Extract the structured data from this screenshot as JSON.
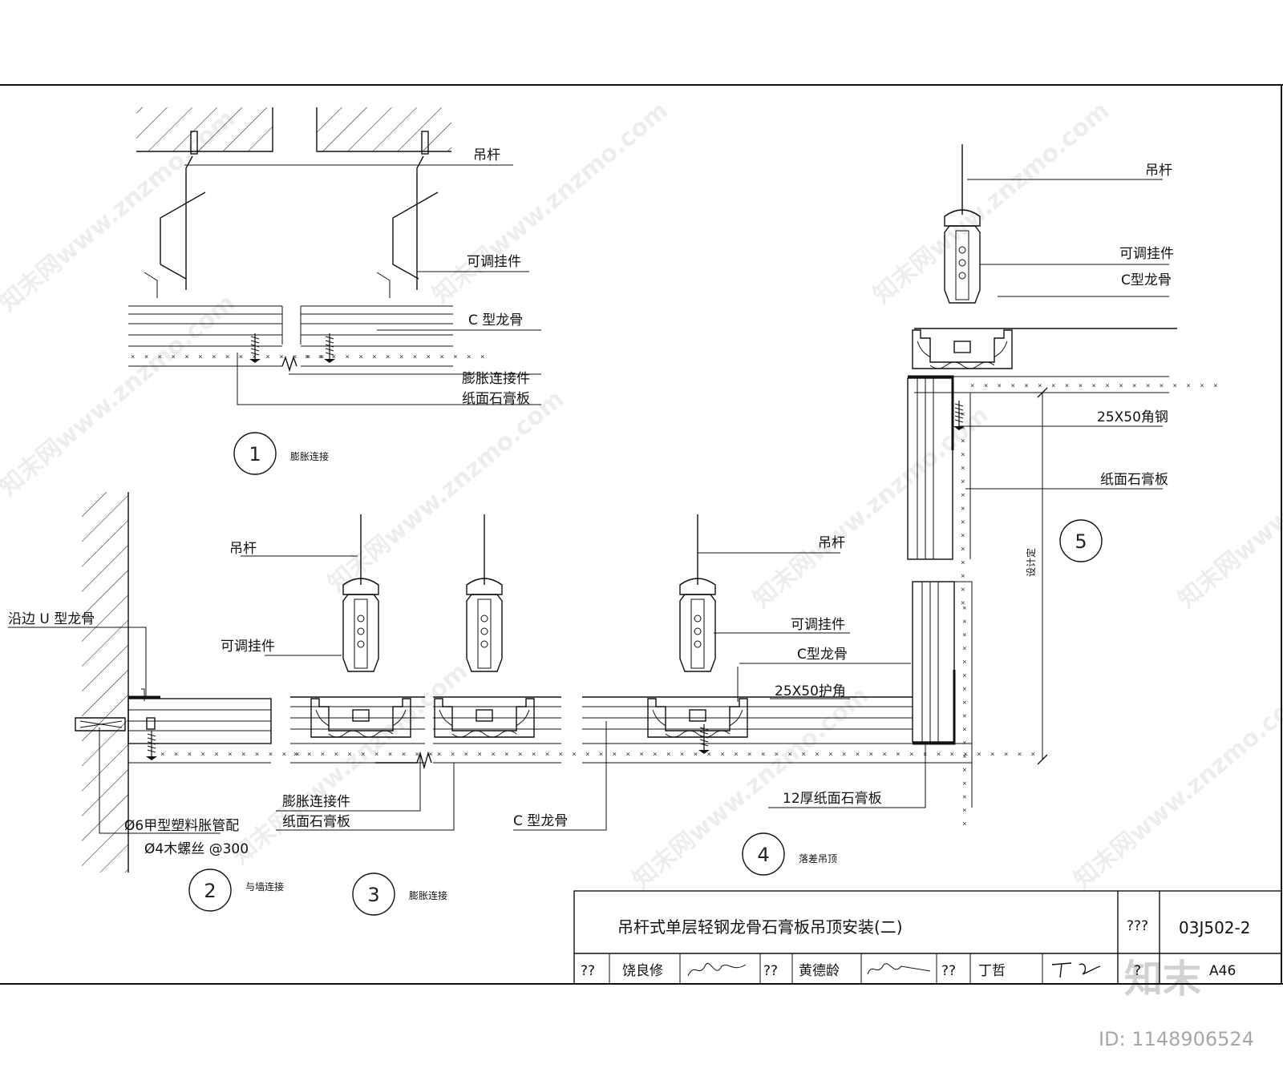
{
  "details": {
    "d1": {
      "number": "1",
      "caption": "膨胀连接",
      "labels": {
        "rod": "吊杆",
        "hanger": "可调挂件",
        "c_keel": "C 型龙骨",
        "connector": "膨胀连接件",
        "board": "纸面石膏板"
      }
    },
    "d2": {
      "number": "2",
      "caption": "与墙连接",
      "labels": {
        "u_keel": "沿边  U 型龙骨",
        "anchor": "Ø6甲型塑料胀管配",
        "screw": "Ø4木螺丝   @300"
      }
    },
    "d3": {
      "number": "3",
      "caption": "膨胀连接",
      "labels": {
        "rod": "吊杆",
        "hanger": "可调挂件",
        "connector": "膨胀连接件",
        "board": "纸面石膏板"
      }
    },
    "d4": {
      "number": "4",
      "caption": "落差吊顶",
      "labels": {
        "rod": "吊杆",
        "hanger": "可调挂件",
        "c_keel": "C型龙骨",
        "corner": "25X50护角",
        "board12": "12厚纸面石膏板",
        "c_keel_low": "C 型龙骨"
      }
    },
    "d5": {
      "number": "5",
      "labels": {
        "rod": "吊杆",
        "hanger": "可调挂件",
        "c_keel": "C型龙骨",
        "angle": "25X50角钢",
        "board": "纸面石膏板",
        "design": "设计定"
      }
    }
  },
  "title_block": {
    "title": "吊杆式单层轻钢龙骨石膏板吊顶安装(二)",
    "atlas_label": "???",
    "atlas_no": "03J502-2",
    "page_label": "?",
    "page_no": "A46",
    "row": [
      {
        "role": "??",
        "name": "饶良修"
      },
      {
        "role": "??",
        "name": "黄德龄"
      },
      {
        "role": "??",
        "name": "丁哲"
      }
    ]
  },
  "watermark": {
    "text": "知末网www.znzmo.com",
    "brand": "知末",
    "id": "ID: 1148906524"
  }
}
